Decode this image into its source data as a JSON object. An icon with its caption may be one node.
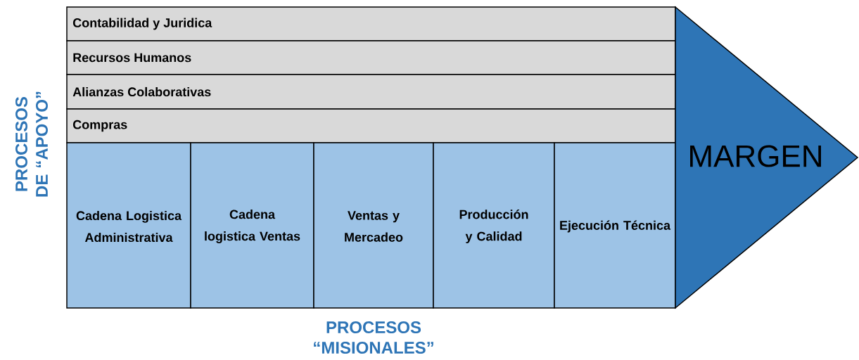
{
  "diagram": {
    "nodes": [
      {
        "text": [
          "Contabilidad y Juridica"
        ]
      },
      {
        "text": [
          "Recursos Humanos"
        ]
      },
      {
        "text": [
          "Alianzas Colaborativas"
        ]
      },
      {
        "text": [
          "Compras"
        ]
      },
      {
        "text": [
          "Cadena Logistica Administrativa"
        ]
      },
      {
        "text": [
          "Cadena logistica Ventas"
        ]
      },
      {
        "text": [
          "Ventas y Mercadeo"
        ]
      },
      {
        "text": [
          "Producción y Calidad"
        ]
      },
      {
        "text": [
          "Ejecución Técnica"
        ]
      },
      {
        "text": [
          "MARGEN"
        ]
      }
    ],
    "labels": [
      "PROCESOS DE “APOYO”",
      "PROCESOS “MISIONALES”"
    ]
  }
}
